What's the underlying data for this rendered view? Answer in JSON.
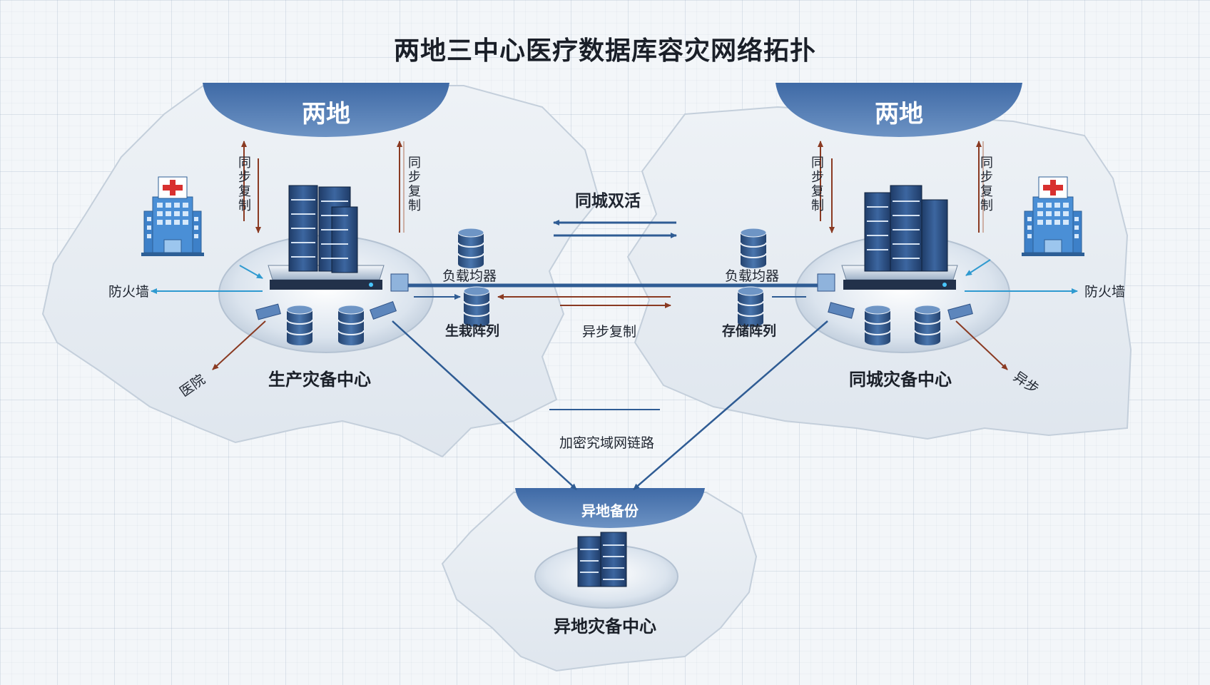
{
  "title": "两地三中心医疗数据库容灾网络拓扑",
  "banners": {
    "left": "两地",
    "right": "两地",
    "bottom": "异地备份"
  },
  "centers": {
    "production": "生产灾备中心",
    "same_city": "同城灾备中心",
    "remote": "异地灾备中心"
  },
  "labels": {
    "sync_left_a": "同步复制",
    "sync_left_b": "同步复制",
    "sync_right_a": "同步复制",
    "sync_right_b": "同步复制",
    "firewall_left": "防火墙",
    "firewall_right": "防火墙",
    "hospital": "医院",
    "async_short": "异步",
    "load_balancer_left": "负载均器",
    "load_balancer_right": "负载均器",
    "storage_left": "生栽阵列",
    "storage_right": "存储阵列",
    "active_active": "同城双活",
    "async_replication": "异步复制",
    "encrypted_wan": "加密究域网链路"
  },
  "colors": {
    "banner": "#4d78b0",
    "server": "#2f5286",
    "blue_line": "#2f5c94",
    "red_line": "#8a3a22",
    "cyan_line": "#2f9ad0",
    "land": "#e6ebf1",
    "hospital_red": "#d8302f"
  }
}
